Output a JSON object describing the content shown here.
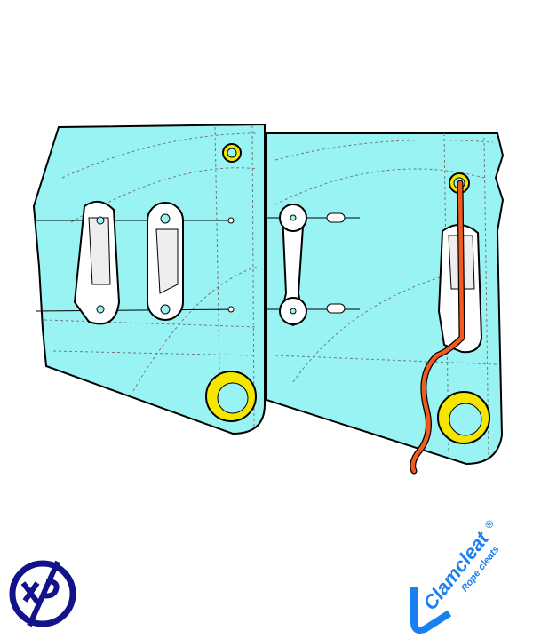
{
  "colors": {
    "sail": "#99f3f3",
    "grommet": "#f5e600",
    "rope": "#f25a1e",
    "xp_logo": "#12128a",
    "clamcleat_logo": "#1a7ff0"
  },
  "logos": {
    "xp": "XP",
    "clamcleat_name": "Clamcleat",
    "clamcleat_registered": "®",
    "clamcleat_tagline": "Rope cleats"
  }
}
